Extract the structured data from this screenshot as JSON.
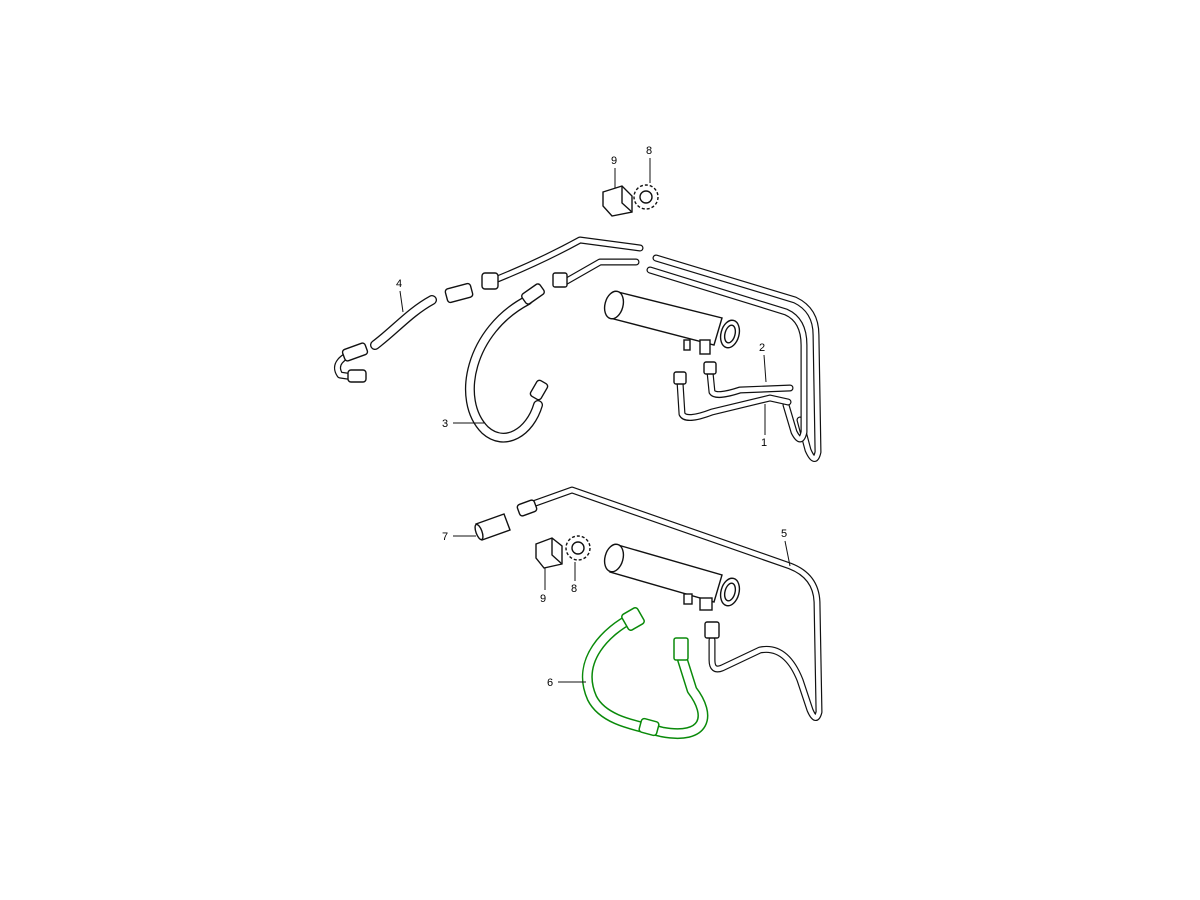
{
  "diagram": {
    "highlight_color": "#0a8a0a",
    "line_color": "#111111",
    "callouts": {
      "upper": {
        "c9": "9",
        "c8": "8",
        "c4": "4",
        "c3": "3",
        "c2": "2",
        "c1": "1"
      },
      "lower": {
        "c7": "7",
        "c5": "5",
        "c9": "9",
        "c8": "8",
        "c6": "6"
      }
    },
    "highlighted_part": "6"
  }
}
